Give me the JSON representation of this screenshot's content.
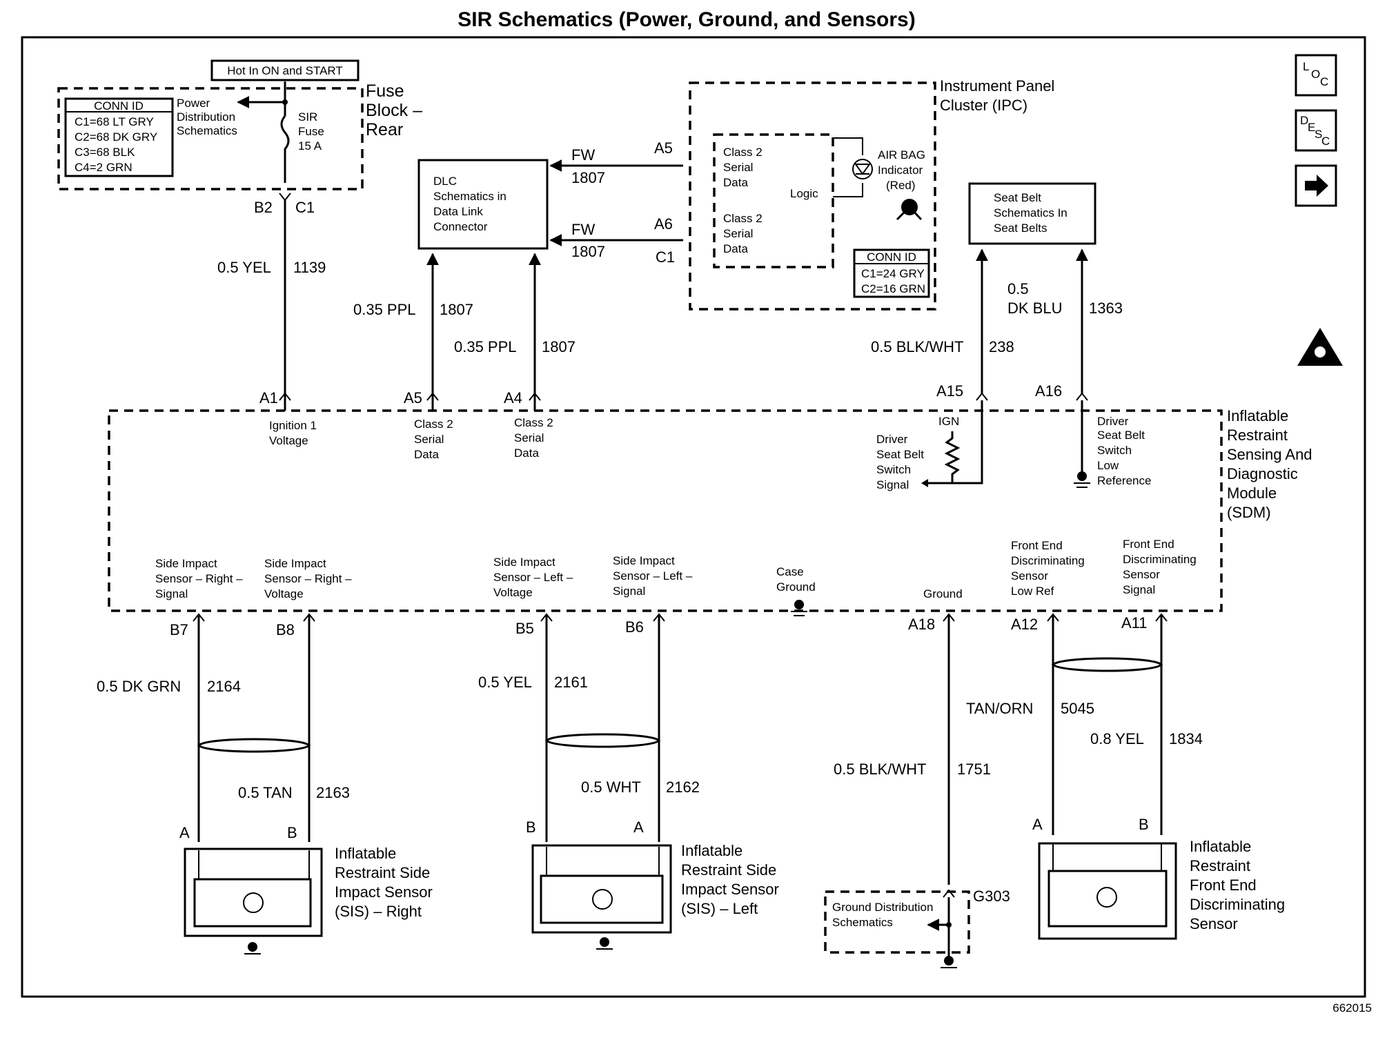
{
  "title": "SIR Schematics (Power, Ground, and Sensors)",
  "nav_icons": {
    "loc": "LOC",
    "desc": "DESC",
    "next": "next-arrow-icon"
  },
  "figure_id": "662015",
  "fuse_block": {
    "hot_label": "Hot In ON and START",
    "name": "Fuse Block - Rear",
    "conn_id_title": "CONN ID",
    "conn_ids": [
      "C1=68 LT GRY",
      "C2=68 DK GRY",
      "C3=68 BLK",
      "C4=2  GRN"
    ],
    "power_dist": "Power Distribution Schematics",
    "fuse": "SIR Fuse 15 A",
    "pins": [
      "B2",
      "C1"
    ]
  },
  "dlc": {
    "label": "DLC Schematics in Data Link Connector"
  },
  "ipc": {
    "name": "Instrument Panel Cluster (IPC)",
    "serial1": "Class 2 Serial Data",
    "serial2": "Class 2 Serial Data",
    "logic": "Logic",
    "airbag": "AIR BAG Indicator (Red)",
    "conn_id_title": "CONN ID",
    "conn_ids": [
      "C1=24 GRY",
      "C2=16 GRN"
    ],
    "pins": [
      "A5",
      "A6",
      "C1"
    ]
  },
  "seat_belt": {
    "label": "Seat Belt Schematics In Seat Belts"
  },
  "wires_top": [
    {
      "label": "0.5 YEL",
      "circuit": "1139"
    },
    {
      "label": "0.35 PPL",
      "circuit": "1807"
    },
    {
      "label": "0.35 PPL",
      "circuit": "1807"
    },
    {
      "label": "0.5 BLK/WHT",
      "circuit": "238"
    },
    {
      "label_1": "0.5",
      "label_2": "DK  BLU",
      "circuit": "1363"
    }
  ],
  "fw": [
    {
      "fw": "FW",
      "circuit": "1807"
    },
    {
      "fw": "FW",
      "circuit": "1807"
    }
  ],
  "sdm": {
    "name": "Inflatable Restraint Sensing And Diagnostic Module (SDM)",
    "top_pins": [
      "A1",
      "A5",
      "A4",
      "A15",
      "A16"
    ],
    "top_labels": [
      "Ignition 1 Voltage",
      "Class 2 Serial Data",
      "Class 2 Serial Data"
    ],
    "ign": "IGN",
    "seatbelt_signal": "Driver Seat Belt Switch Signal",
    "seatbelt_lowref": "Driver Seat Belt Switch Low Reference",
    "bottom_labels": [
      "Side Impact Sensor – Right – Signal",
      "Side Impact Sensor – Right – Voltage",
      "Side Impact Sensor – Left – Voltage",
      "Side Impact Sensor – Left – Signal",
      "Case Ground",
      "Ground",
      "Front End Discriminating Sensor Low Ref",
      "Front End Discriminating Sensor Signal"
    ],
    "bottom_pins": [
      "B7",
      "B8",
      "B5",
      "B6",
      "A18",
      "A12",
      "A11"
    ]
  },
  "wires_bottom": [
    {
      "label": "0.5 DK GRN",
      "circuit": "2164"
    },
    {
      "label": "0.5 TAN",
      "circuit": "2163"
    },
    {
      "label": "0.5 YEL",
      "circuit": "2161"
    },
    {
      "label": "0.5 WHT",
      "circuit": "2162"
    },
    {
      "label": "0.5 BLK/WHT",
      "circuit": "1751"
    },
    {
      "label": "TAN/ORN",
      "circuit": "5045"
    },
    {
      "label": "0.8 YEL",
      "circuit": "1834"
    }
  ],
  "sensors": [
    {
      "pins": [
        "A",
        "B"
      ],
      "name": "Inflatable Restraint Side Impact Sensor (SIS) – Right"
    },
    {
      "pins": [
        "B",
        "A"
      ],
      "name": "Inflatable Restraint Side Impact Sensor (SIS) – Left"
    },
    {
      "pins": [
        "A",
        "B"
      ],
      "name": "Inflatable Restraint Front End Discriminating Sensor"
    }
  ],
  "ground": {
    "label": "Ground Distribution Schematics",
    "id": "G303"
  }
}
